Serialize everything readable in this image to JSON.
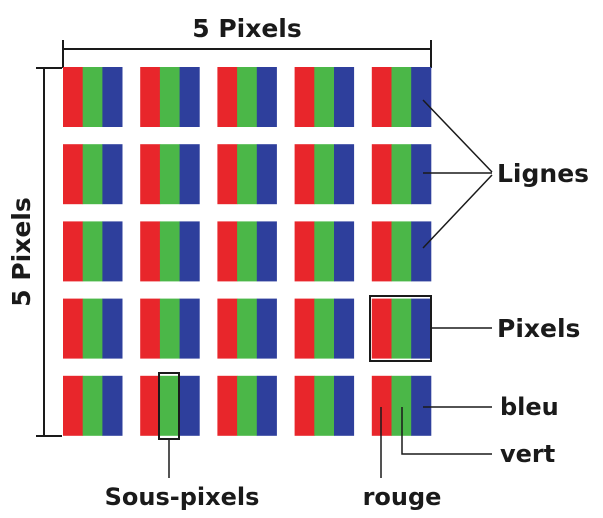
{
  "labels": {
    "top_dimension": "5 Pixels",
    "left_dimension": "5 Pixels",
    "lines": "Lignes",
    "pixels": "Pixels",
    "blue": "bleu",
    "green": "vert",
    "red": "rouge",
    "subpixels": "Sous-pixels"
  },
  "grid": {
    "rows": 5,
    "cols": 5
  },
  "colors": {
    "red": "#e8262b",
    "green": "#4bb748",
    "blue": "#2e3f9c",
    "line": "#1a1a1a"
  }
}
